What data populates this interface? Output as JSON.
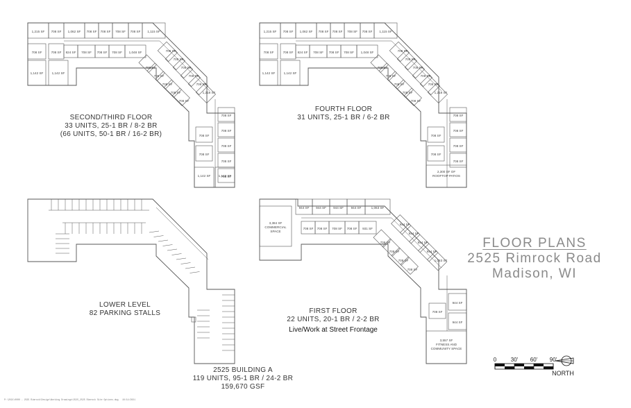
{
  "plans": {
    "upper": {
      "title": "SECOND/THIRD FLOOR",
      "line2": "33 UNITS, 25-1 BR / 8-2 BR",
      "line3": "(66 UNITS, 50-1 BR / 16-2 BR)",
      "units_top": [
        "1,215 SF",
        "708 SF",
        "1,062 SF",
        "708 SF",
        "708 SF",
        "708 SF",
        "708 SF",
        "1,115 SF"
      ],
      "units_inner": [
        "824 SF",
        "708 SF",
        "708 SF",
        "708 SF",
        "1,048 SF"
      ],
      "units_left": [
        "708 SF",
        "708 SF",
        "1,142 SF",
        "1,142 SF"
      ],
      "units_diag_outer": [
        "708 SF",
        "708 SF",
        "708 SF",
        "708 SF",
        "708 SF",
        "1,218 SF"
      ],
      "units_diag_inner": [
        "708 SF",
        "708 SF",
        "708 SF",
        "708 SF",
        "708 SF"
      ],
      "units_leg_right": [
        "708 SF",
        "708 SF",
        "708 SF",
        "708 SF",
        "708 SF"
      ],
      "units_leg_left": [
        "708 SF",
        "708 SF"
      ],
      "units_bottom": [
        "1,142 SF",
        "1,142 SF"
      ]
    },
    "fourth": {
      "title": "FOURTH FLOOR",
      "line2": "31 UNITS, 25-1 BR / 6-2 BR",
      "units_top": [
        "1,215 SF",
        "708 SF",
        "1,062 SF",
        "708 SF",
        "708 SF",
        "708 SF",
        "708 SF",
        "1,115 SF"
      ],
      "units_inner": [
        "824 SF",
        "708 SF",
        "708 SF",
        "708 SF",
        "1,048 SF"
      ],
      "units_left": [
        "708 SF",
        "708 SF",
        "1,142 SF",
        "1,142 SF"
      ],
      "units_diag_outer": [
        "708 SF",
        "708 SF",
        "708 SF",
        "708 SF",
        "708 SF",
        "1,218 SF"
      ],
      "units_diag_inner": [
        "708 SF",
        "708 SF",
        "708 SF",
        "708 SF",
        "708 SF"
      ],
      "units_leg_right": [
        "708 SF",
        "708 SF",
        "708 SF",
        "708 SF"
      ],
      "units_leg_left": [
        "708 SF",
        "708 SF"
      ],
      "patio_line1": "2,300 SF OF",
      "patio_line2": "ROOFTOP PATIOS"
    },
    "lower": {
      "title": "LOWER LEVEL",
      "line2": "82 PARKING STALLS"
    },
    "first": {
      "title": "FIRST FLOOR",
      "line2": "22 UNITS, 20-1 BR / 2-2 BR",
      "line3": "Live/Work at Street Frontage",
      "commercial_line1": "3,384 SF",
      "commercial_line2": "COMMERCIAL",
      "commercial_line3": "SPACE",
      "units_top": [
        "944 SF",
        "944 SF",
        "944 SF",
        "944 SF",
        "1,063 SF"
      ],
      "units_inner": [
        "708 SF",
        "708 SF",
        "708 SF",
        "708 SF",
        "931 SF"
      ],
      "units_diag_outer": [
        "944 SF",
        "944 SF",
        "944 SF",
        "944 SF",
        "1,063 SF"
      ],
      "units_diag_inner": [
        "708 SF",
        "708 SF",
        "708 SF",
        "708 SF"
      ],
      "units_leg_right": [
        "944 SF",
        "944 SF"
      ],
      "units_leg_left": [
        "708 SF"
      ],
      "fitness_line1": "3,557 SF",
      "fitness_line2": "FITNESS AND",
      "fitness_line3": "COMMUNITY SPACE"
    }
  },
  "summary": {
    "line1": "2525 BUILDING A",
    "line2": "119 UNITS, 95-1 BR / 24-2 BR",
    "line3": "159,670 GSF"
  },
  "title_block": {
    "line1": "FLOOR PLANS",
    "line2": "2525 Rimrock Road",
    "line3": "Madison, WI"
  },
  "scale_bar": {
    "ticks": [
      "0",
      "30'",
      "60'",
      "90'"
    ],
    "north_label": "NORTH"
  },
  "footer": {
    "path": "P:\\2021\\0000 - 2525 Rimrock\\Design\\Working Drawings\\2525_2525 Rimrock Site Options.dwg",
    "date": "10/14/2021"
  },
  "colors": {
    "line": "#555555",
    "title_gray": "#8a8a8a"
  }
}
